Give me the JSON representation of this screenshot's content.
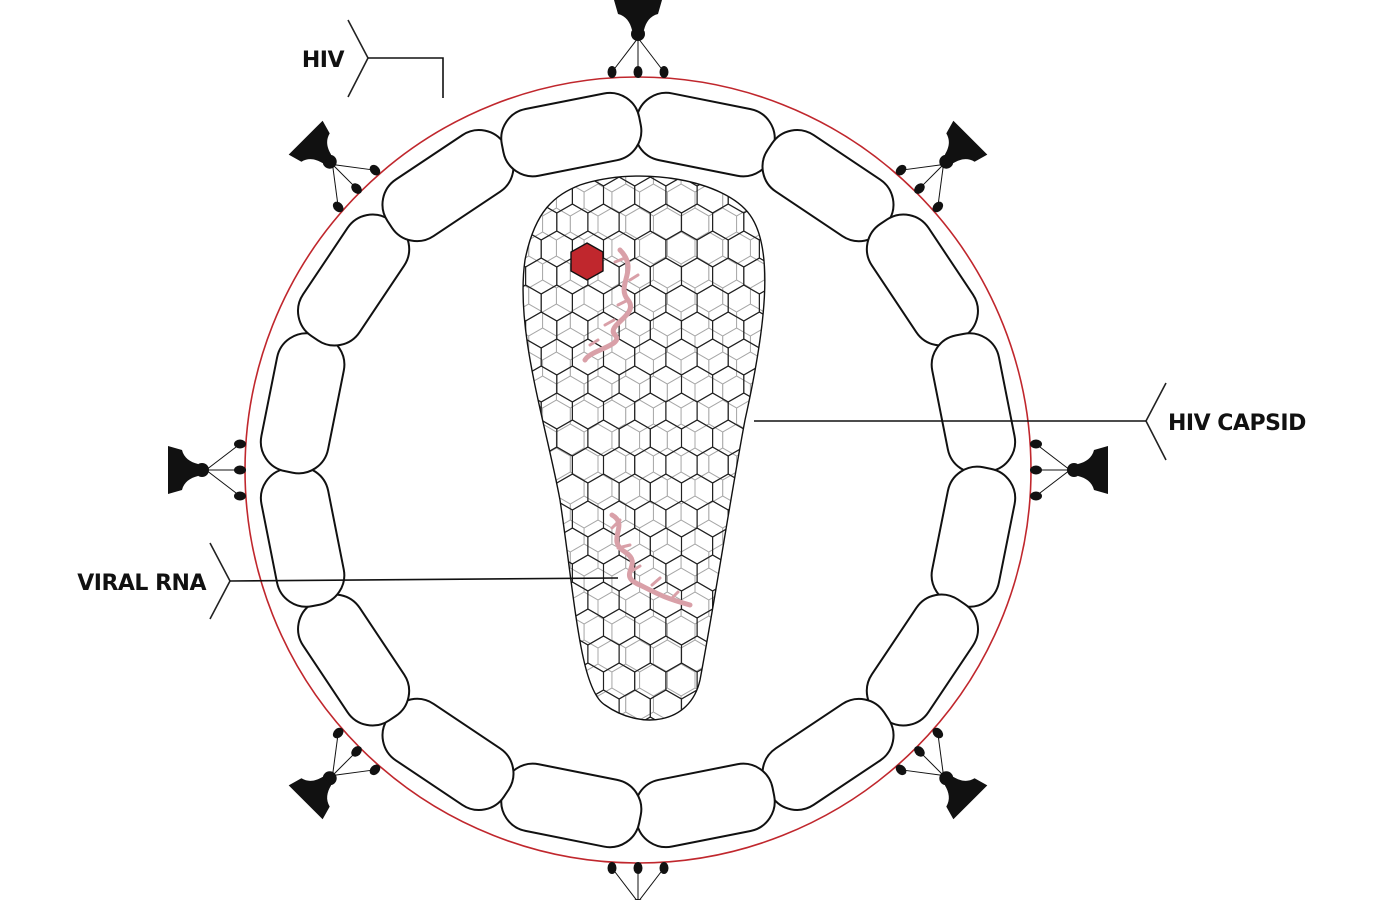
{
  "labels": {
    "hiv": "HIV",
    "capsid": "HIV CAPSID",
    "rna": "VIRAL RNA"
  },
  "colors": {
    "envelope": "#c0272d",
    "highlight_hexagon": "#c0272d",
    "rna_strand": "#d9a0a8",
    "outline": "#111111",
    "mesh_back": "#9a9a9a"
  },
  "icons": {
    "envelope_glycoprotein": "spike-glycoprotein-icon"
  }
}
